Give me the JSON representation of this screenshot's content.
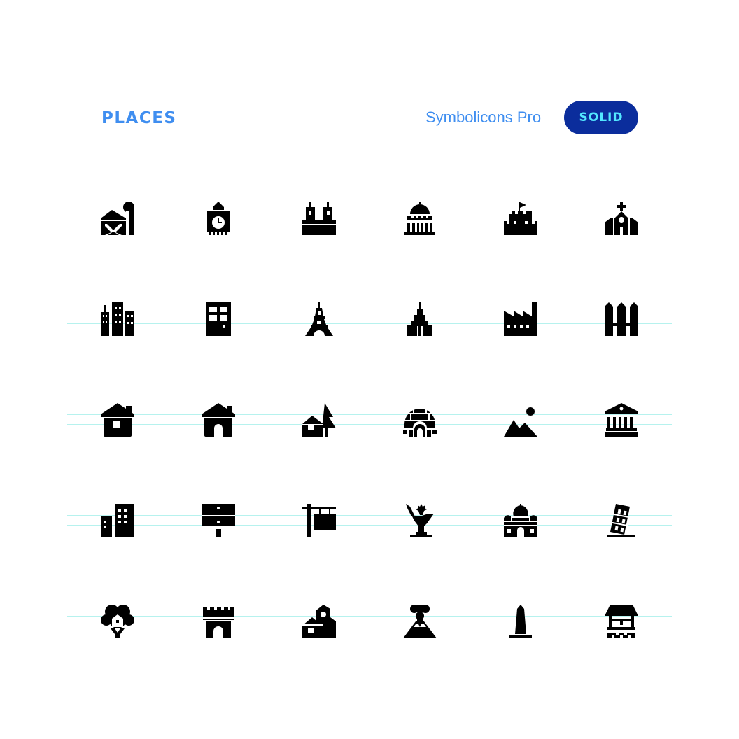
{
  "header": {
    "title": "PLACES",
    "brand": "Symbolicons Pro",
    "style_label": "SOLID"
  },
  "colors": {
    "accent": "#3f8ef0",
    "badge_background": "#0b2d9c",
    "badge_text": "#53e7ff",
    "guide_lines": "#b6f2ee",
    "icon_fill": "#000000"
  },
  "icons": [
    [
      "barn-icon",
      "big-ben-icon",
      "castle-icon",
      "capitol-icon",
      "fort-icon",
      "church-icon"
    ],
    [
      "city-icon",
      "office-building-icon",
      "eiffel-tower-icon",
      "empire-state-building-icon",
      "factory-icon",
      "fence-icon"
    ],
    [
      "house-icon",
      "home-icon",
      "cabin-icon",
      "igloo-icon",
      "mountains-icon",
      "museum-icon"
    ],
    [
      "apartments-icon",
      "billboard-icon",
      "hanging-sign-icon",
      "statue-of-liberty-icon",
      "taj-mahal-icon",
      "leaning-tower-of-pisa-icon"
    ],
    [
      "tree-house-icon",
      "tower-gate-icon",
      "village-icon",
      "volcano-icon",
      "obelisk-icon",
      "water-well-icon"
    ]
  ]
}
